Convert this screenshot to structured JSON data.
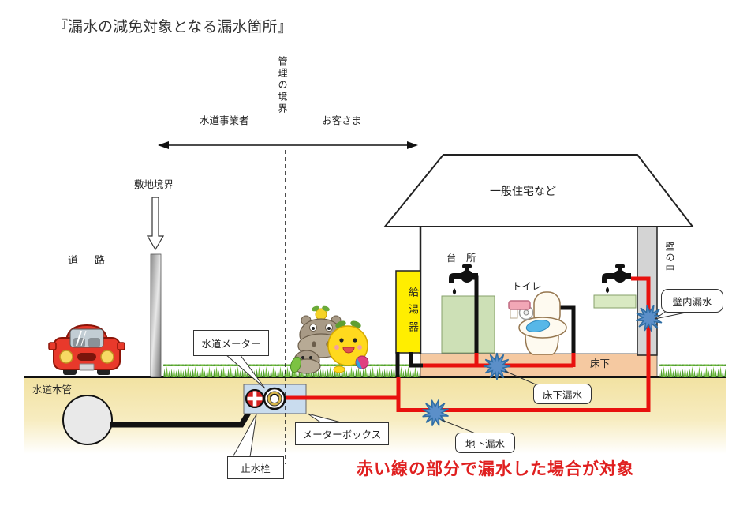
{
  "title": "『漏水の減免対象となる漏水箇所』",
  "boundary": {
    "management": "管理の境界",
    "utility": "水道事業者",
    "customer": "お客さま",
    "site": "敷地境界"
  },
  "road": {
    "label": "道　路"
  },
  "underground": {
    "main_label": "水道本管"
  },
  "house": {
    "label": "一般住宅など",
    "kitchen": "台　所",
    "toilet": "トイレ",
    "wall": "壁の中",
    "heater": "給湯器",
    "underfloor": "床下"
  },
  "callouts": {
    "water_meter": "水道メーター",
    "meter_box": "メーターボックス",
    "stop_valve": "止水栓",
    "underfloor_leak": "床下漏水",
    "underground_leak": "地下漏水",
    "wall_leak": "壁内漏水"
  },
  "footer": {
    "note": "赤い線の部分で漏水した場合が対象"
  },
  "colors": {
    "pipe_red": "#e8110e",
    "pipe_black": "#111111",
    "leak_blue": "#5b8fc9",
    "ground_tan": "#f2e2a2",
    "floor_peach": "#f5c9a1",
    "heater_yellow": "#ffee00",
    "meter_box_blue": "#c9dcee",
    "note_red": "#e02020"
  }
}
